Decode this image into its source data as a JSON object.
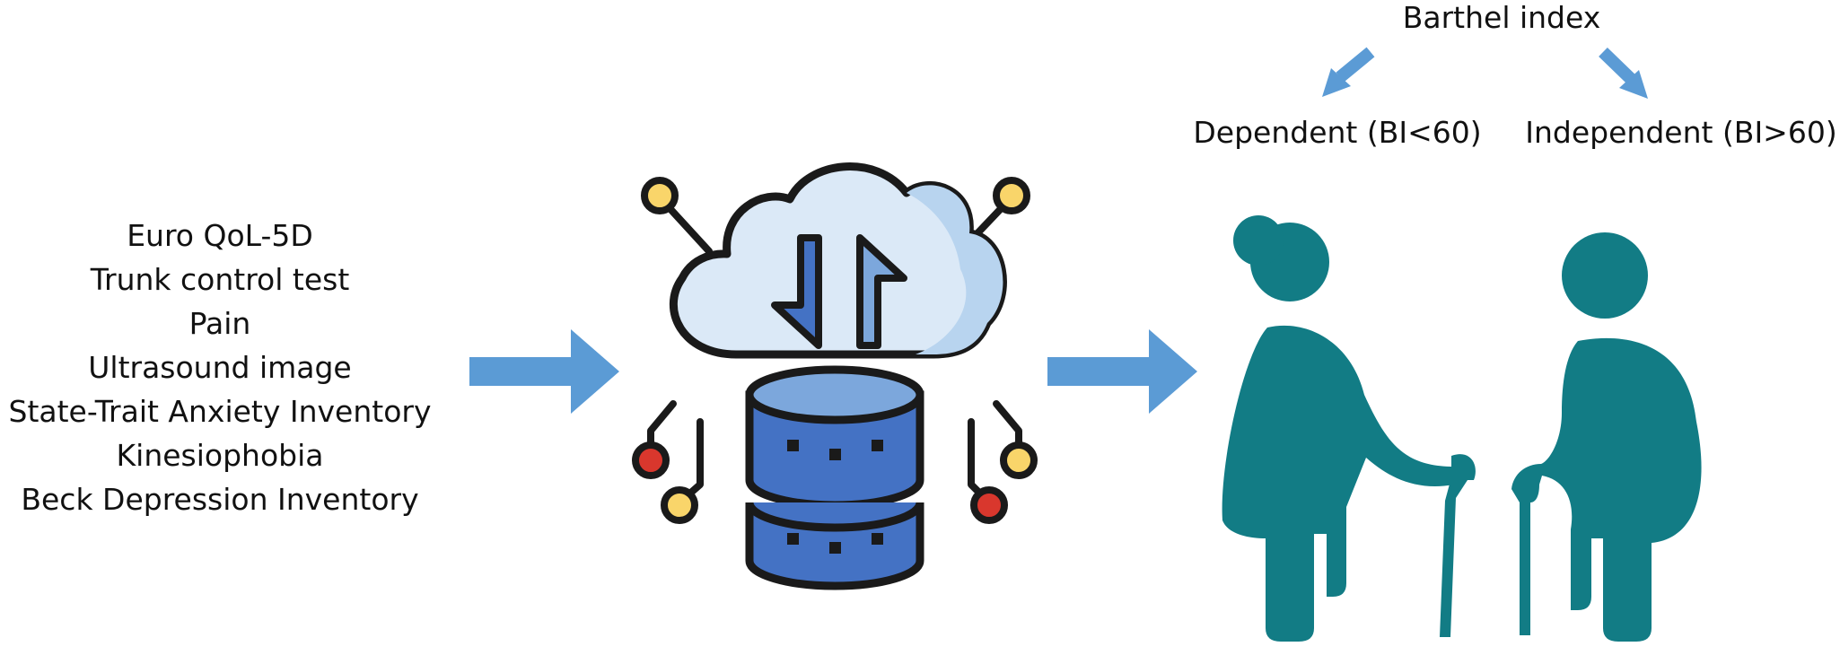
{
  "inputs": {
    "items": [
      "Euro QoL-5D",
      "Trunk control test",
      "Pain",
      "Ultrasound image",
      "State-Trait Anxiety Inventory",
      "Kinesiophobia",
      "Beck Depression Inventory"
    ]
  },
  "outcome": {
    "title": "Barthel index",
    "dependent_label": "Dependent (BI<60)",
    "independent_label": "Independent (BI>60)"
  },
  "colors": {
    "arrow_blue": "#5b9bd5",
    "person_teal": "#127c85",
    "cloud_fill": "#dbe9f7",
    "database_blue": "#4472c4",
    "node_yellow": "#f9d56a",
    "node_red": "#d9372d"
  },
  "icons": {
    "center": "cloud-database-icon",
    "right": "elderly-couple-icon"
  }
}
